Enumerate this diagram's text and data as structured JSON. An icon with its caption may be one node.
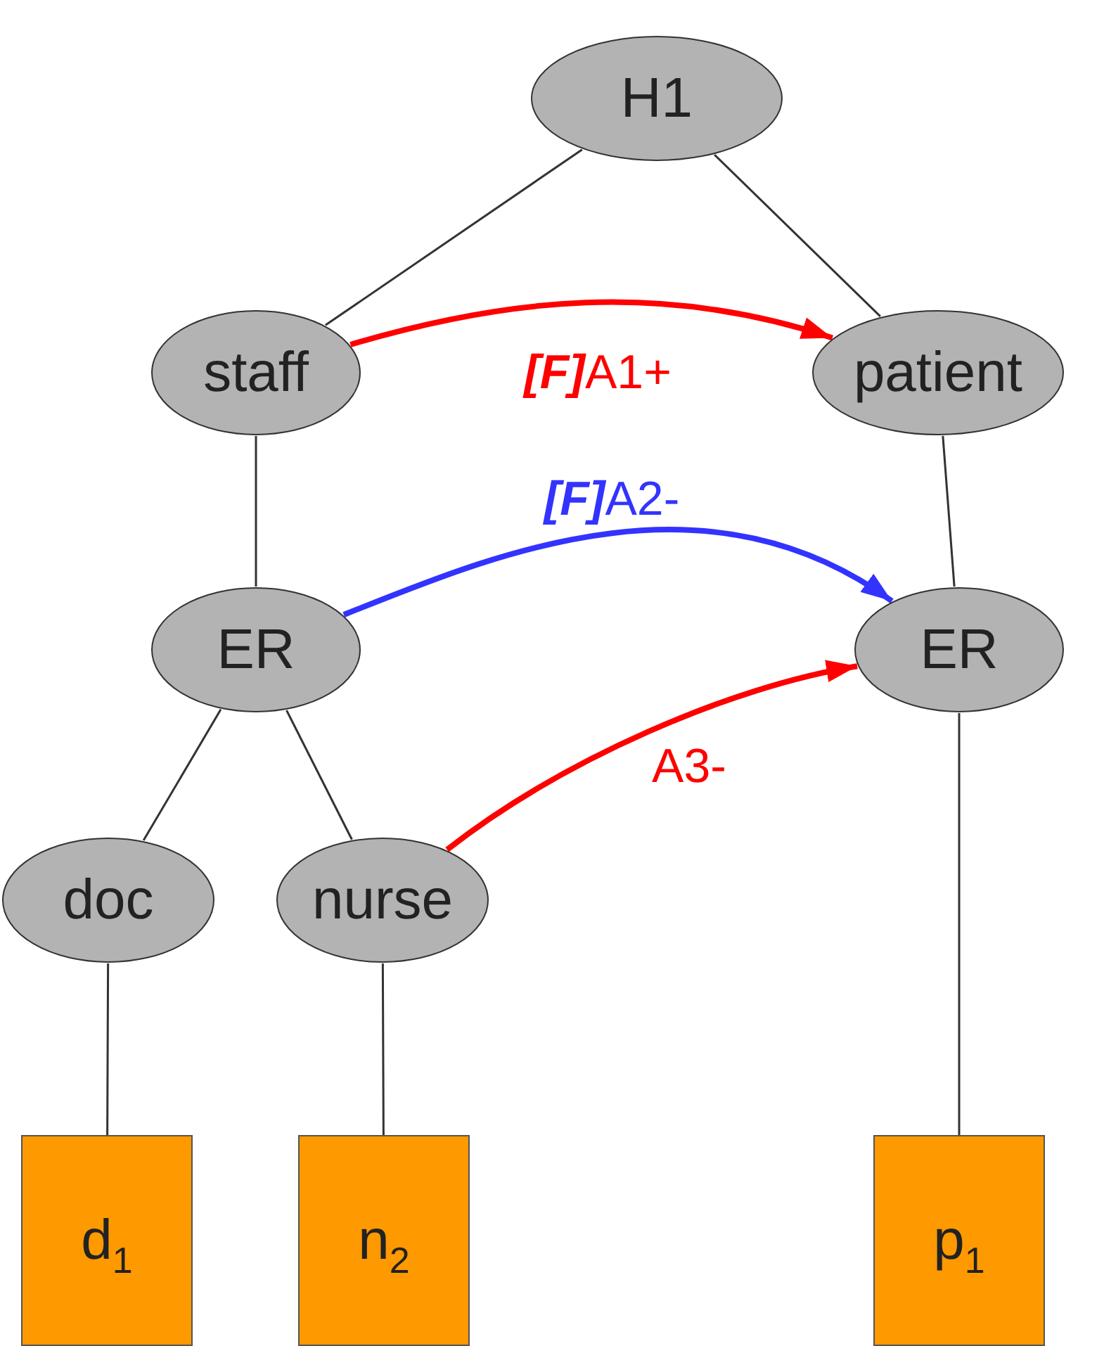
{
  "diagram": {
    "nodes": [
      {
        "text": [
          "H1"
        ]
      },
      {
        "text": [
          "staff"
        ]
      },
      {
        "text": [
          "patient"
        ]
      },
      {
        "text": [
          "ER"
        ]
      },
      {
        "text": [
          "ER"
        ]
      },
      {
        "text": [
          "doc"
        ]
      },
      {
        "text": [
          "nurse"
        ]
      },
      {
        "text": [
          "d$_{1}$"
        ]
      },
      {
        "text": [
          "n$_{2}$"
        ]
      },
      {
        "text": [
          "p$_{1}$"
        ]
      }
    ],
    "edges": [
      {
        "from": 0,
        "to": 1,
        "arrow": "none"
      },
      {
        "from": 0,
        "to": 2,
        "arrow": "none"
      },
      {
        "from": 1,
        "to": 3,
        "arrow": "none"
      },
      {
        "from": 2,
        "to": 4,
        "arrow": "none"
      },
      {
        "from": 3,
        "to": 5,
        "arrow": "none"
      },
      {
        "from": 3,
        "to": 6,
        "arrow": "none"
      },
      {
        "from": 5,
        "to": 7,
        "arrow": "none"
      },
      {
        "from": 6,
        "to": 8,
        "arrow": "none"
      },
      {
        "from": 4,
        "to": 9,
        "arrow": "none"
      },
      {
        "from": 1,
        "to": 2,
        "arrow": "to",
        "label": "**[F]**A1+",
        "style": "thick",
        "color": "#ff0000"
      },
      {
        "from": 3,
        "to": 4,
        "arrow": "to",
        "label": "**[F]**A2-",
        "style": "thick",
        "color": "#3333ff"
      },
      {
        "from": 6,
        "to": 4,
        "arrow": "to",
        "label": "A3-",
        "style": "thick",
        "color": "#ff0000"
      }
    ]
  }
}
